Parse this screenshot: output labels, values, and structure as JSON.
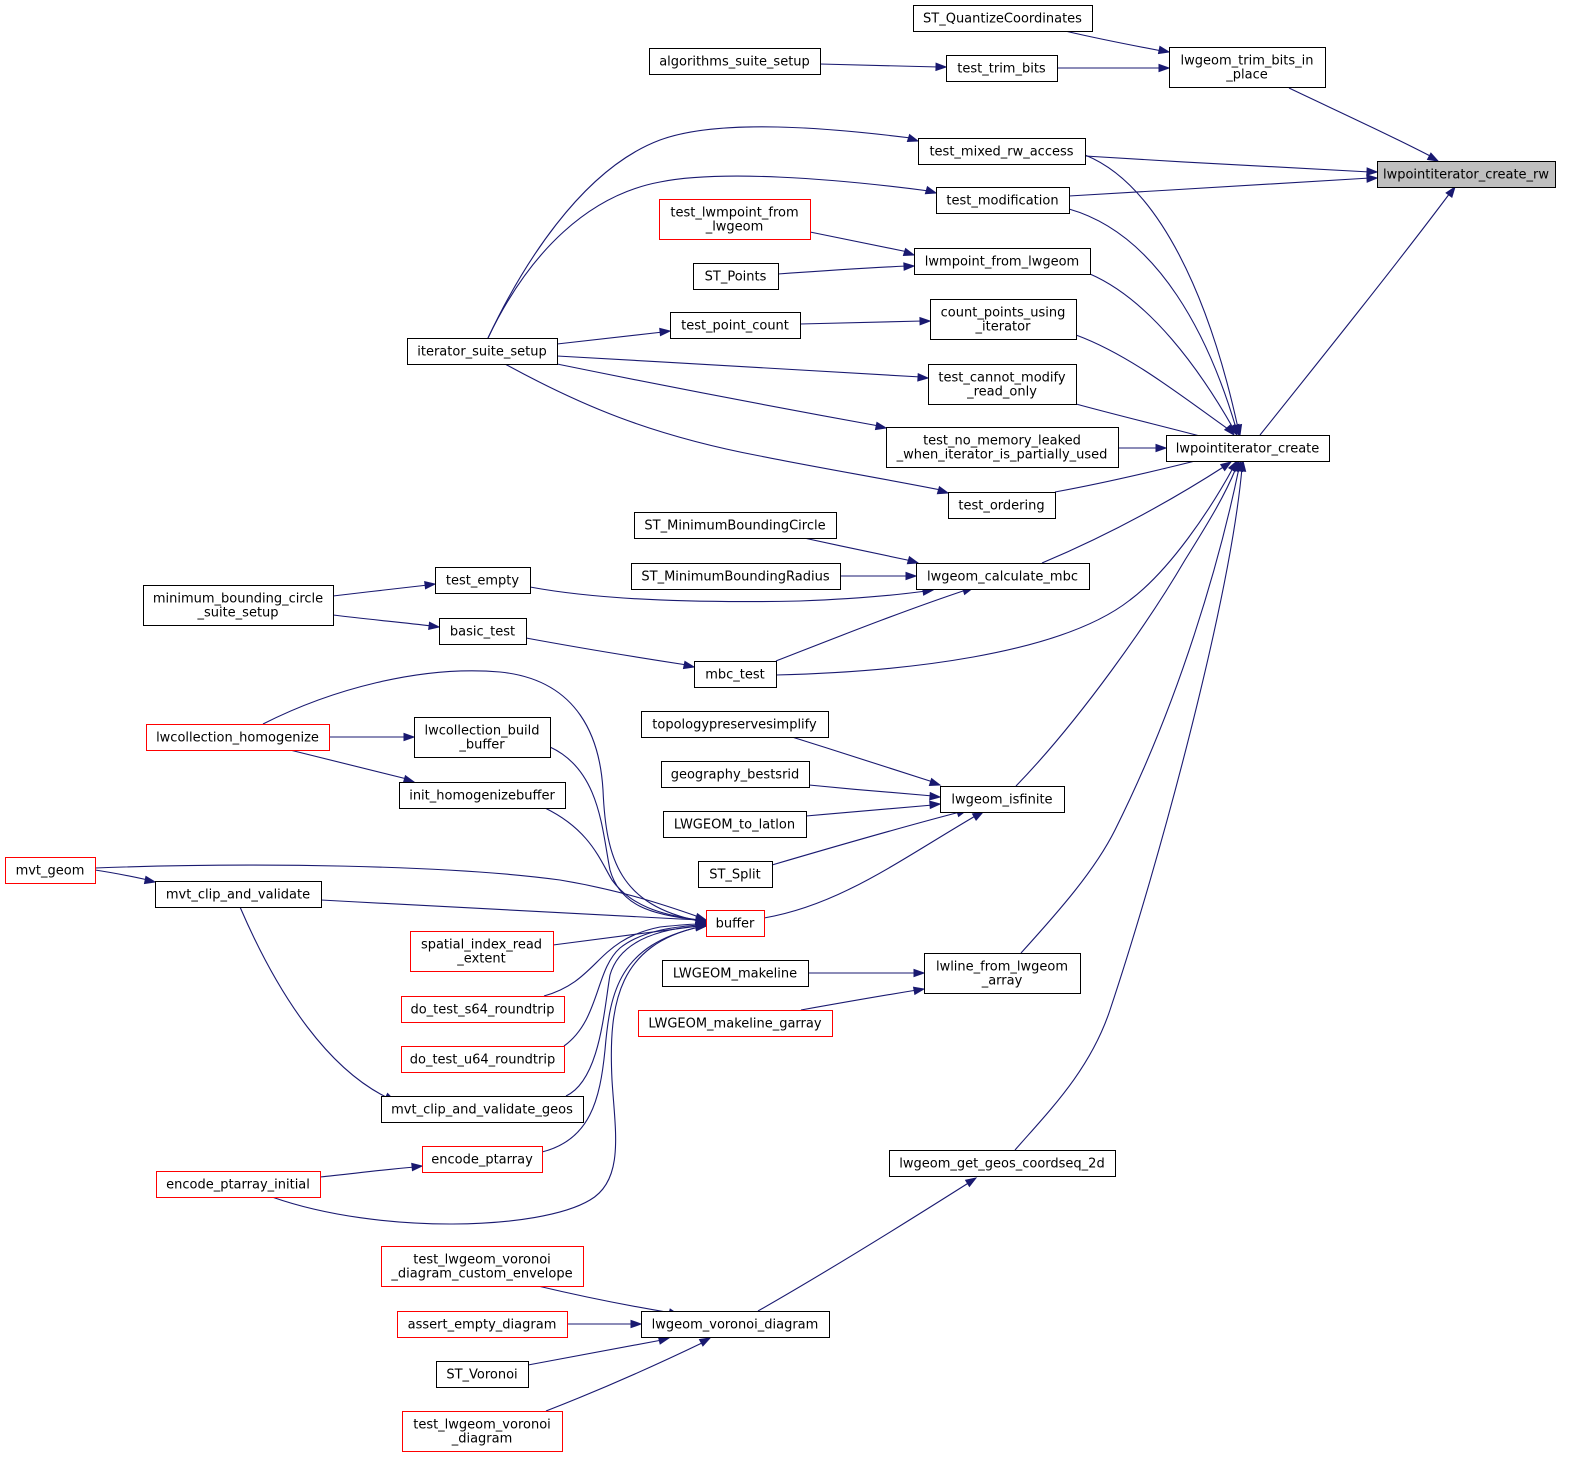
{
  "colors": {
    "edge": "#191970",
    "highlight_fill": "#bfbfbf",
    "truncated_border": "#ff0000",
    "normal_border": "#000000"
  },
  "nodes": {
    "root": [
      "lwpointiterator_create_rw"
    ],
    "trim_bits_in_place": [
      "lwgeom_trim_bits_in",
      "_place"
    ],
    "st_quantize": [
      "ST_QuantizeCoordinates"
    ],
    "test_trim_bits": [
      "test_trim_bits"
    ],
    "algorithms_suite_setup": [
      "algorithms_suite_setup"
    ],
    "test_mixed_rw_access": [
      "test_mixed_rw_access"
    ],
    "test_modification": [
      "test_modification"
    ],
    "test_lwmpoint_from_lwgeom": [
      "test_lwmpoint_from",
      "_lwgeom"
    ],
    "lwmpoint_from_lwgeom": [
      "lwmpoint_from_lwgeom"
    ],
    "st_points": [
      "ST_Points"
    ],
    "count_points_using_iterator": [
      "count_points_using",
      "_iterator"
    ],
    "test_point_count": [
      "test_point_count"
    ],
    "iterator_suite_setup": [
      "iterator_suite_setup"
    ],
    "test_cannot_modify_read_only": [
      "test_cannot_modify",
      "_read_only"
    ],
    "test_no_memory_leaked": [
      "test_no_memory_leaked",
      "_when_iterator_is_partially_used"
    ],
    "lwpointiterator_create": [
      "lwpointiterator_create"
    ],
    "test_ordering": [
      "test_ordering"
    ],
    "st_minimumboundingcircle": [
      "ST_MinimumBoundingCircle"
    ],
    "st_minimumboundingradius": [
      "ST_MinimumBoundingRadius"
    ],
    "lwgeom_calculate_mbc": [
      "lwgeom_calculate_mbc"
    ],
    "test_empty": [
      "test_empty"
    ],
    "minimum_bounding_circle_suite_setup": [
      "minimum_bounding_circle",
      "_suite_setup"
    ],
    "basic_test": [
      "basic_test"
    ],
    "mbc_test": [
      "mbc_test"
    ],
    "topologypreservesimplify": [
      "topologypreservesimplify"
    ],
    "geography_bestsrid": [
      "geography_bestsrid"
    ],
    "lwgeom_isfinite": [
      "lwgeom_isfinite"
    ],
    "lwgeom_to_latlon": [
      "LWGEOM_to_latlon"
    ],
    "st_split": [
      "ST_Split"
    ],
    "lwcollection_homogenize": [
      "lwcollection_homogenize"
    ],
    "lwcollection_build_buffer": [
      "lwcollection_build",
      "_buffer"
    ],
    "init_homogenizebuffer": [
      "init_homogenizebuffer"
    ],
    "mvt_geom": [
      "mvt_geom"
    ],
    "mvt_clip_and_validate": [
      "mvt_clip_and_validate"
    ],
    "buffer": [
      "buffer"
    ],
    "spatial_index_read_extent": [
      "spatial_index_read",
      "_extent"
    ],
    "do_test_s64_roundtrip": [
      "do_test_s64_roundtrip"
    ],
    "do_test_u64_roundtrip": [
      "do_test_u64_roundtrip"
    ],
    "mvt_clip_and_validate_geos": [
      "mvt_clip_and_validate_geos"
    ],
    "encode_ptarray": [
      "encode_ptarray"
    ],
    "encode_ptarray_initial": [
      "encode_ptarray_initial"
    ],
    "lwgeom_makeline": [
      "LWGEOM_makeline"
    ],
    "lwline_from_lwgeom_array": [
      "lwline_from_lwgeom",
      "_array"
    ],
    "lwgeom_makeline_garray": [
      "LWGEOM_makeline_garray"
    ],
    "lwgeom_get_geos_coordseq_2d": [
      "lwgeom_get_geos_coordseq_2d"
    ],
    "test_lwgeom_voronoi_custom": [
      "test_lwgeom_voronoi",
      "_diagram_custom_envelope"
    ],
    "assert_empty_diagram": [
      "assert_empty_diagram"
    ],
    "lwgeom_voronoi_diagram": [
      "lwgeom_voronoi_diagram"
    ],
    "st_voronoi": [
      "ST_Voronoi"
    ],
    "test_lwgeom_voronoi_diagram": [
      "test_lwgeom_voronoi",
      "_diagram"
    ]
  }
}
